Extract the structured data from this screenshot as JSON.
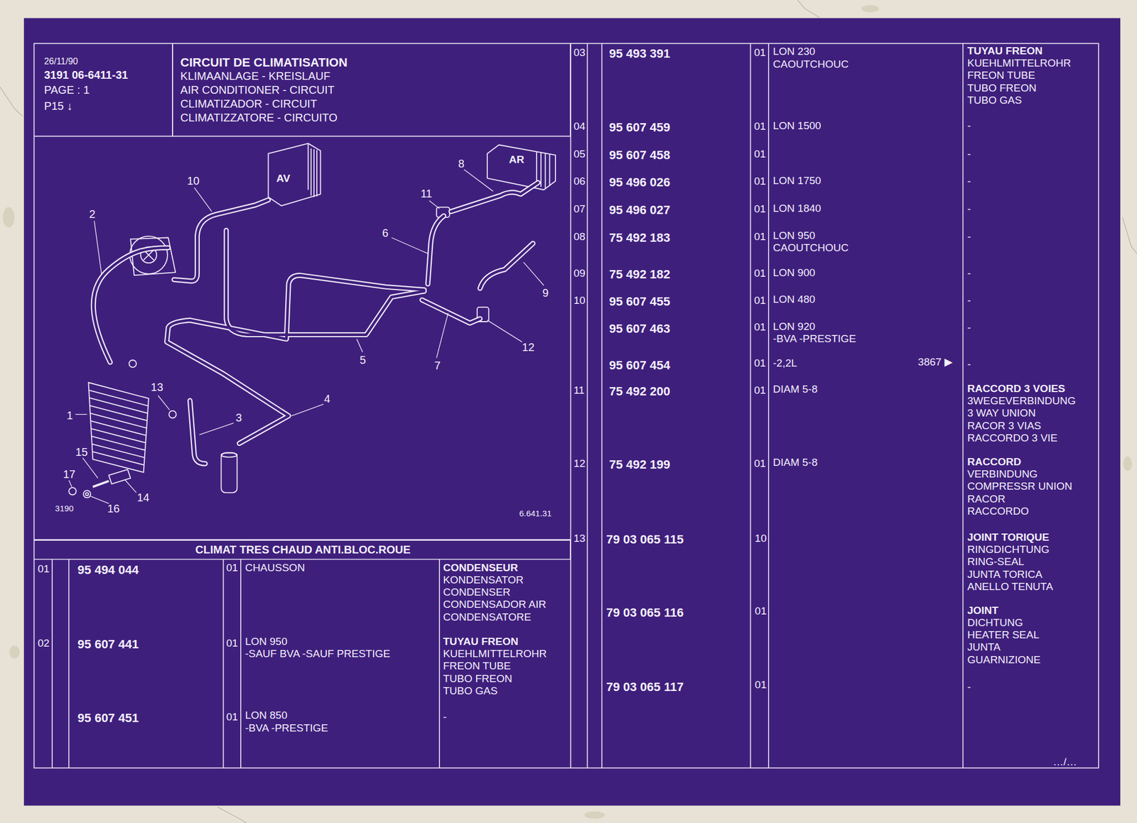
{
  "diagram": {
    "nodes": [
      {
        "text": [
          "26/11/90",
          "3191 06-6411-31",
          "PAGE : 1",
          "P15 ↓"
        ]
      },
      {
        "text": [
          "CIRCUIT DE CLIMATISATION",
          "KLIMAANLAGE - KREISLAUF",
          "AIR CONDITIONER - CIRCUIT",
          "CLIMATIZADOR - CIRCUIT",
          "CLIMATIZZATORE - CIRCUITO"
        ]
      },
      {
        "text": [
          "CLIMAT TRES CHAUD ANTI.BLOC.ROUE"
        ]
      }
    ],
    "labels": [
      "10",
      "8",
      "AV",
      "AR",
      "2",
      "11",
      "6",
      "9",
      "12",
      "5",
      "7",
      "13",
      "4",
      "1",
      "3",
      "15",
      "17",
      "14",
      "3190",
      "16",
      "6.641.31",
      "01",
      "95 494 044",
      "01",
      "CHAUSSON",
      "CONDENSEUR",
      "KONDENSATOR",
      "CONDENSER",
      "CONDENSADOR AIR",
      "CONDENSATORE",
      "02",
      "95 607 441",
      "01",
      "LON 950",
      "-SAUF BVA -SAUF PRESTIGE",
      "TUYAU FREON",
      "KUEHLMITTELROHR",
      "FREON TUBE",
      "TUBO FREON",
      "TUBO GAS",
      "95 607 451",
      "01",
      "LON 850",
      "-BVA -PRESTIGE",
      "-",
      "03",
      "95 493 391",
      "01",
      "LON 230",
      "CAOUTCHOUC",
      "TUYAU FREON",
      "KUEHLMITTELROHR",
      "FREON TUBE",
      "TUBO FREON",
      "TUBO GAS",
      "04",
      "95 607 459",
      "01",
      "LON 1500",
      "-",
      "05",
      "95 607 458",
      "01",
      "-",
      "06",
      "95 496 026",
      "01",
      "LON 1750",
      "-",
      "07",
      "95 496 027",
      "01",
      "LON 1840",
      "-",
      "08",
      "75 492 183",
      "01",
      "LON 950",
      "CAOUTCHOUC",
      "-",
      "09",
      "75 492 182",
      "01",
      "LON 900",
      "-",
      "10",
      "95 607 455",
      "01",
      "LON 480",
      "-",
      "95 607 463",
      "01",
      "LON 920",
      "-BVA -PRESTIGE",
      "-",
      "95 607 454",
      "01",
      "-2,2L",
      "3867 ▶",
      "-",
      "11",
      "75 492 200",
      "01",
      "DIAM 5-8",
      "RACCORD 3 VOIES",
      "3WEGEVERBINDUNG",
      "3 WAY UNION",
      "RACOR 3 VIAS",
      "RACCORDO 3 VIE",
      "12",
      "75 492 199",
      "01",
      "DIAM 5-8",
      "RACCORD",
      "VERBINDUNG",
      "COMPRESSR UNION",
      "RACOR",
      "RACCORDO",
      "13",
      "79 03 065 115",
      "10",
      "JOINT TORIQUE",
      "RINGDICHTUNG",
      "RING-SEAL",
      "JUNTA TORICA",
      "ANELLO TENUTA",
      "79 03 065 116",
      "01",
      "JOINT",
      "DICHTUNG",
      "HEATER SEAL",
      "JUNTA",
      "GUARNIZIONE",
      "79 03 065 117",
      "01",
      "-",
      "…/…"
    ]
  }
}
